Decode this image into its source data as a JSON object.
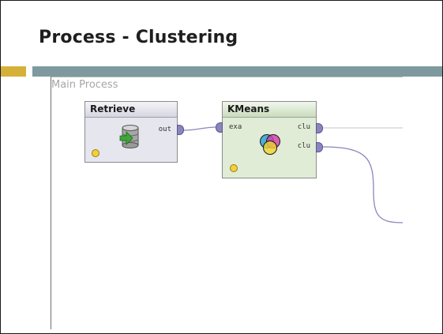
{
  "slide": {
    "title": "Process - Clustering"
  },
  "canvas": {
    "label": "Main Process"
  },
  "operators": {
    "retrieve": {
      "name": "Retrieve",
      "ports_out": [
        "out"
      ],
      "icon": "database-icon"
    },
    "kmeans": {
      "name": "KMeans",
      "ports_in": [
        "exa"
      ],
      "ports_out": [
        "clu",
        "clu"
      ],
      "icon": "clustering-circles-icon"
    }
  },
  "colors": {
    "accent_gold": "#d6b13a",
    "accent_teal": "#7e9a9f",
    "wire": "#8a86bd",
    "status_dot": "#f2d03a"
  }
}
